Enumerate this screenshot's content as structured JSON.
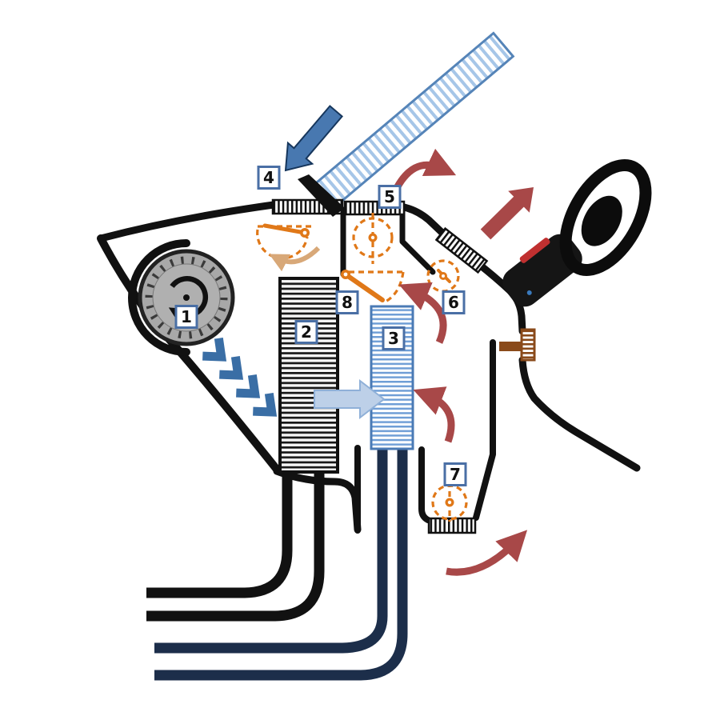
{
  "diagram": {
    "labels": {
      "l1": "1",
      "l2": "2",
      "l3": "3",
      "l4": "4",
      "l5": "5",
      "l6": "6",
      "l7": "7",
      "l8": "8"
    },
    "colors": {
      "outline": "#111111",
      "label_border": "#4a6fa5",
      "fan_gray": "#a8a8a8",
      "heater_core_stripe": "#181818",
      "evaporator_stripe": "#6f9ed6",
      "evaporator_border": "#4a7ab5",
      "duct_stripe": "#a6c6e8",
      "duct_border": "#5584b8",
      "intake_arrow_blue": "#4878b0",
      "flow_arrow_light_blue": "#bdd0e8",
      "chevron_blue": "#3a6ea5",
      "warm_air_red": "#a84848",
      "actuator_orange": "#e07818",
      "flap_swing_tan": "#d8a878",
      "coolant_pipe": "#111111",
      "refrigerant_pipe": "#1c2e4a",
      "sensor_brown": "#8a4a1a",
      "column_accent_red": "#c03030"
    }
  }
}
